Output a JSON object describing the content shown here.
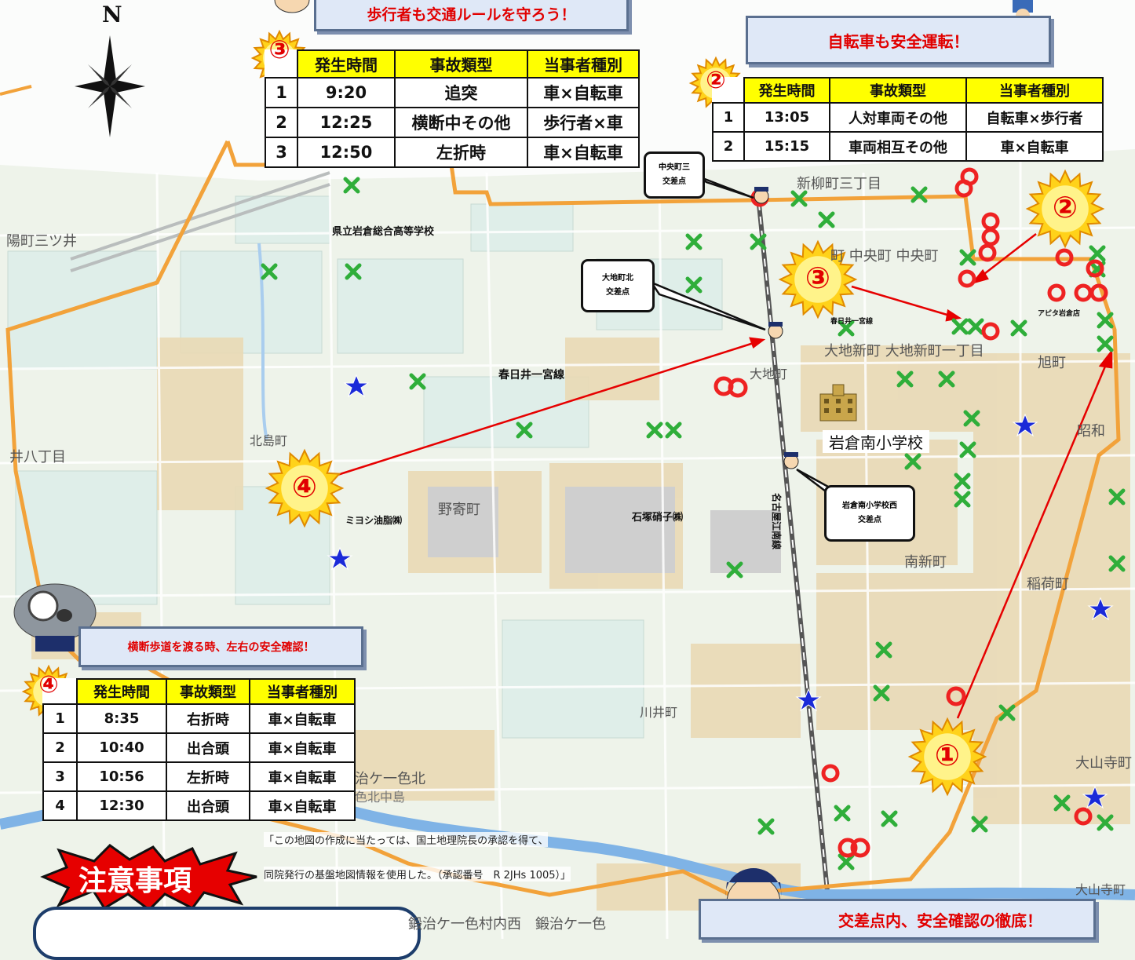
{
  "compass": {
    "north_label": "N"
  },
  "colors": {
    "route": "#f2a23a",
    "marker_x": "#2fae3a",
    "marker_o": "#ee2222",
    "star": "#1a2ad8",
    "arrow": "#e60000",
    "header": "#ffff00"
  },
  "icons": [
    "compass-rose-icon",
    "police-officer-icon",
    "school-building-icon",
    "burst-badge-icon",
    "star-icon",
    "x-mark-icon",
    "circle-mark-icon"
  ],
  "banners": {
    "pedestrian": "歩行者も交通ルールを守ろう！",
    "bicycle": "自転車も安全運転！",
    "crosswalk": "横断歩道を渡る時、左右の安全確認！",
    "intersection": "交差点内、安全確認の徹底！",
    "caution": "注意事項"
  },
  "table_headers": {
    "time": "発生時間",
    "type": "事故類型",
    "parties": "当事者種別"
  },
  "tables": {
    "t3": {
      "badge": "③",
      "rows": [
        {
          "no": "1",
          "time": "9:20",
          "type": "追突",
          "parties": "車×自転車"
        },
        {
          "no": "2",
          "time": "12:25",
          "type": "横断中その他",
          "parties": "歩行者×車"
        },
        {
          "no": "3",
          "time": "12:50",
          "type": "左折時",
          "parties": "車×自転車"
        }
      ]
    },
    "t2": {
      "badge": "②",
      "rows": [
        {
          "no": "1",
          "time": "13:05",
          "type": "人対車両その他",
          "parties": "自転車×歩行者"
        },
        {
          "no": "2",
          "time": "15:15",
          "type": "車両相互その他",
          "parties": "車×自転車"
        }
      ]
    },
    "t4": {
      "badge": "④",
      "rows": [
        {
          "no": "1",
          "time": "8:35",
          "type": "右折時",
          "parties": "車×自転車"
        },
        {
          "no": "2",
          "time": "10:40",
          "type": "出合頭",
          "parties": "車×自転車"
        },
        {
          "no": "3",
          "time": "10:56",
          "type": "左折時",
          "parties": "車×自転車"
        },
        {
          "no": "4",
          "time": "12:30",
          "type": "出合頭",
          "parties": "車×自転車"
        }
      ]
    }
  },
  "callouts": {
    "chuo": [
      "中央町三",
      "交差点"
    ],
    "oji": [
      "大地町北",
      "交差点"
    ],
    "minami": [
      "岩倉南小学校西",
      "交差点"
    ]
  },
  "places": {
    "school_hs": "県立岩倉総合高等学校",
    "kasugai1": "春日井一宮線",
    "kasugai2": "春日井一宮線",
    "iwakura_es": "岩倉南小学校",
    "miyoshi": "ミヨシ油脂㈱",
    "ishizuka": "石塚硝子㈱",
    "meitetsu": "名古屋江南線",
    "apita": "アピタ岩倉店"
  },
  "map_text": {
    "shinyanagi": "新柳町三丁目",
    "chuo": "町 中央町 中央町",
    "oji_shinden": "大地新町 大地新町一丁目",
    "oji": "大地町",
    "kitajima": "北島町",
    "nosuge": "野寄町",
    "minamishin": "南新町",
    "kawai": "川井町",
    "ichishiki": "治ケ一色北",
    "ichishiki2": "色北中島",
    "kajiya": "鍛治ケ一色村内西　鍛治ケ一色",
    "yoho": "陽町三ツ井",
    "ihachi": "井八丁目",
    "inari": "稲荷町",
    "showa": "昭和",
    "asahi": "旭町",
    "ohyama": "大山寺町",
    "ohyama2": "大山寺町"
  },
  "disclaimer": {
    "line1": "「この地図の作成に当たっては、国土地理院長の承認を得て、",
    "line2": "同院発行の基盤地図情報を使用した。（承認番号　R 2JHs 1005）」"
  },
  "badges": {
    "b1": "①",
    "b2": "②",
    "b3": "③",
    "b4": "④"
  }
}
